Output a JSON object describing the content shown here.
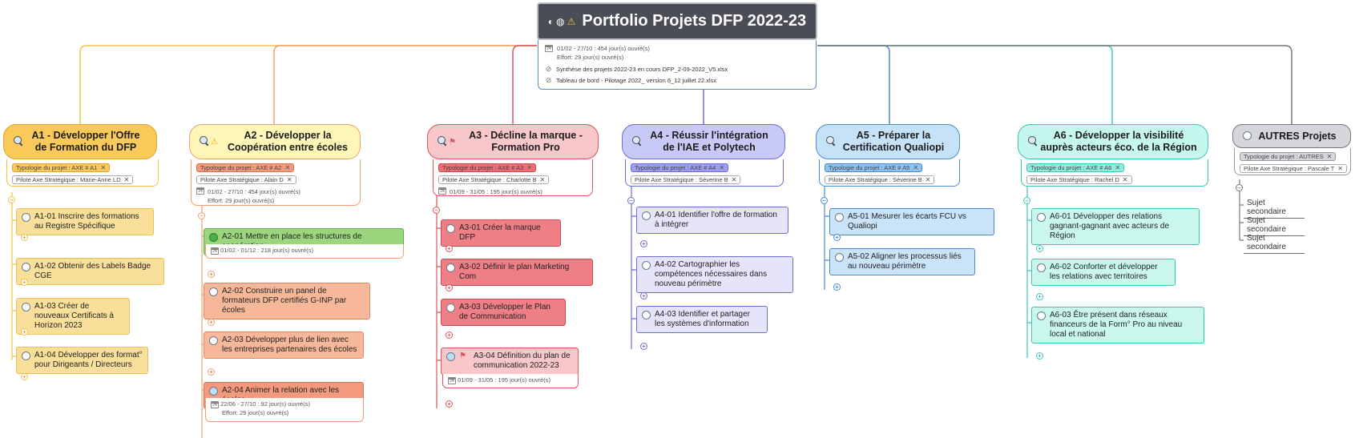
{
  "root": {
    "title": "Portfolio Projets DFP 2022-23",
    "dates": "01/02 - 27/10 : 454 jour(s) ouvré(s)",
    "effort": "Effort: 29 jour(s) ouvré(s)",
    "attachment1": "Synthèse des projets 2022-23 en cours DFP_2-09-2022_V5.xlsx",
    "attachment2": "Tableau de bord - Pilotage 2022_ version 6_12 juillet 22.xlsx",
    "cal_label": "24"
  },
  "axes": [
    {
      "title": "A1 - Développer l'Offre de Formation du DFP",
      "color": "#f5c04a",
      "fill": "#f9c95a",
      "typo": "Typologie du projet : AXE # A1",
      "pilote": "Pilote Axe Stratégique : Marie-Anne LD",
      "tasks": [
        {
          "label": "A1-01 Inscrire des formations au Registre Spécifique"
        },
        {
          "label": "A1-02 Obtenir des Labels Badge CGE"
        },
        {
          "label": "A1-03 Créer de nouveaux Certificats à Horizon 2023"
        },
        {
          "label": "A1-04 Développer des format° pour Dirigeants / Directeurs"
        }
      ]
    },
    {
      "title": "A2 - Développer la Coopération entre écoles",
      "color": "#f0a070",
      "fill": "#fff7b8",
      "typo": "Typologie du projet : AXE # A2",
      "pilote": "Pilote Axe Stratégique : Alain D",
      "dates": "01/02 - 27/10 : 454 jour(s) ouvré(s)",
      "effort": "Effort: 29 jour(s) ouvré(s)",
      "tasks": [
        {
          "label": "A2-01 Mettre en place les structures de coopération",
          "info": "01/02 - 01/12 : 218 jour(s) ouvré(s)"
        },
        {
          "label": "A2-02 Construire un panel de formateurs DFP certifiés G-INP par écoles"
        },
        {
          "label": "A2-03 Développer plus de lien avec les entreprises partenaires des écoles"
        },
        {
          "label": "A2-04 Animer la relation avec les écoles",
          "info": "22/06 - 27/10 : 92 jour(s) ouvré(s)",
          "info2": "Effort: 29 jour(s) ouvré(s)"
        }
      ]
    },
    {
      "title": "A3 - Décline la marque - Formation Pro",
      "color": "#d9575f",
      "fill": "#f7c7c9",
      "typo": "Typologie du projet : AXE # A3",
      "pilote": "Pilote Axe Stratégique : Charlotte B",
      "dates": "01/09 - 31/05 : 195 jour(s) ouvré(s)",
      "tasks": [
        {
          "label": "A3-01 Créer la marque DFP"
        },
        {
          "label": "A3-02 Définir le plan Marketing Com"
        },
        {
          "label": "A3-03 Développer le Plan de Communication"
        },
        {
          "label": "A3-04 Définition du plan de communication 2022-23",
          "info": "01/09 - 31/05 : 195 jour(s) ouvré(s)"
        }
      ]
    },
    {
      "title": "A4 - Réussir l'intégration de l'IAE et Polytech",
      "color": "#6a6cd8",
      "fill": "#c9c9f7",
      "typo": "Typologie du projet : AXE # A4",
      "pilote": "Pilote Axe Stratégique : Séverine B",
      "tasks": [
        {
          "label": "A4-01 Identifier l'offre de formation à intégrer"
        },
        {
          "label": "A4-02 Cartographier les compétences nécessaires dans nouveau périmètre"
        },
        {
          "label": "A4-03 Identifier et partager les systèmes d'information"
        }
      ]
    },
    {
      "title": "A5 - Préparer la Certification Qualiopi",
      "color": "#4a8ad0",
      "fill": "#c6e2f9",
      "typo": "Typologie du projet : AXE # A5",
      "pilote": "Pilote Axe Stratégique : Séverine B",
      "tasks": [
        {
          "label": "A5-01 Mesurer les écarts FCU vs Qualiopi"
        },
        {
          "label": "A5-02 Aligner les processus liés au nouveau périmètre"
        }
      ]
    },
    {
      "title": "A6 - Développer la visibilité auprès acteurs éco. de la Région",
      "color": "#3cc7b5",
      "fill": "#c5f7ee",
      "typo": "Typologie du projet : AXE # A6",
      "pilote": "Pilote Axe Stratégique : Rachel D",
      "tasks": [
        {
          "label": "A6-01 Développer des relations gagnant-gagnant avec acteurs de Région"
        },
        {
          "label": "A6-02 Conforter et développer les relations avec territoires"
        },
        {
          "label": "A6-03 Être présent dans réseaux financeurs de la Form° Pro au niveau local et national"
        }
      ]
    },
    {
      "title": "AUTRES Projets",
      "color": "#777777",
      "fill": "#d5d6dc",
      "typo": "Typologie du projet : AUTRES",
      "pilote": "Pilote Axe Stratégique : Pascale T",
      "tasks": [
        {
          "label": "Sujet secondaire"
        },
        {
          "label": "Sujet secondaire"
        },
        {
          "label": "Sujet secondaire"
        }
      ]
    }
  ],
  "colors": {
    "root_bg": "#4b4d56",
    "task_a1": "#f8df9a",
    "task_a2_done": "#9bd67f",
    "task_a2": "#f7b89a",
    "task_a3": "#ef7f86",
    "task_a4": "#e6e4fb",
    "task_a5": "#c9e3f9",
    "task_a6": "#c9f7ee"
  }
}
